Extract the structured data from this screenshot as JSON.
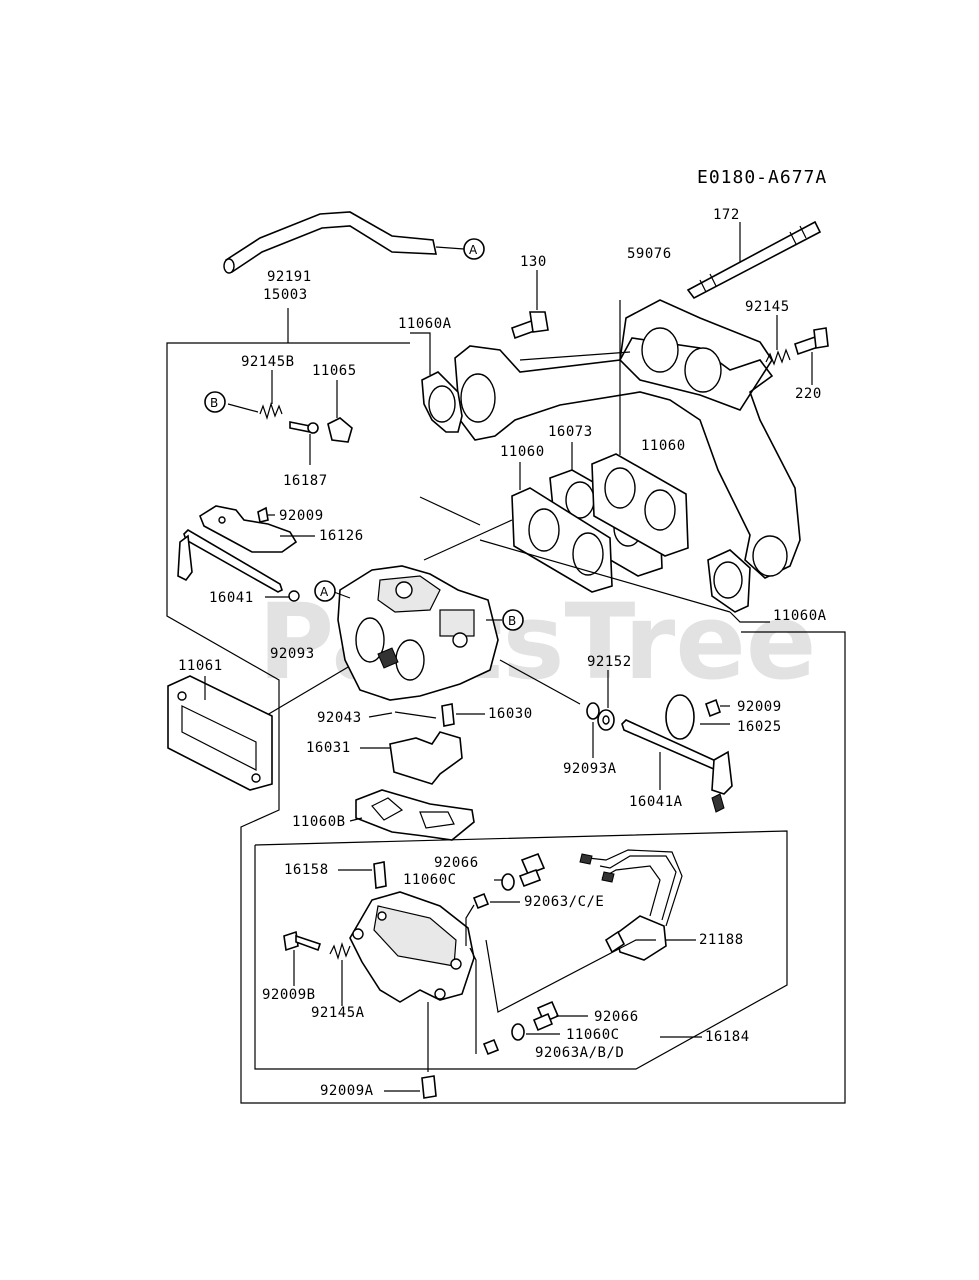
{
  "diagram_code": "E0180-A677A",
  "watermark": "PartsTree",
  "callouts": {
    "A": "A",
    "B": "B"
  },
  "labels": {
    "p172": "172",
    "p59076": "59076",
    "p130": "130",
    "p92191": "92191",
    "p15003": "15003",
    "p11060A_top": "11060A",
    "p92145": "92145",
    "p220": "220",
    "p92145B": "92145B",
    "p11065": "11065",
    "p16187": "16187",
    "p16073": "16073",
    "p11060_left": "11060",
    "p11060_right": "11060",
    "p92009_top": "92009",
    "p16126": "16126",
    "p16041": "16041",
    "p92093": "92093",
    "p11060A_bottom": "11060A",
    "p11061": "11061",
    "p92152": "92152",
    "p92009_right": "92009",
    "p16025": "16025",
    "p92043": "92043",
    "p16030": "16030",
    "p16031": "16031",
    "p92093A": "92093A",
    "p16041A": "16041A",
    "p11060B": "11060B",
    "p16158": "16158",
    "p92066_top": "92066",
    "p11060C_top": "11060C",
    "p92063CE": "92063/C/E",
    "p21188": "21188",
    "p92009B": "92009B",
    "p92145A": "92145A",
    "p92066_bottom": "92066",
    "p11060C_bottom": "11060C",
    "p92063ABD": "92063A/B/D",
    "p16184": "16184",
    "p92009A": "92009A"
  }
}
